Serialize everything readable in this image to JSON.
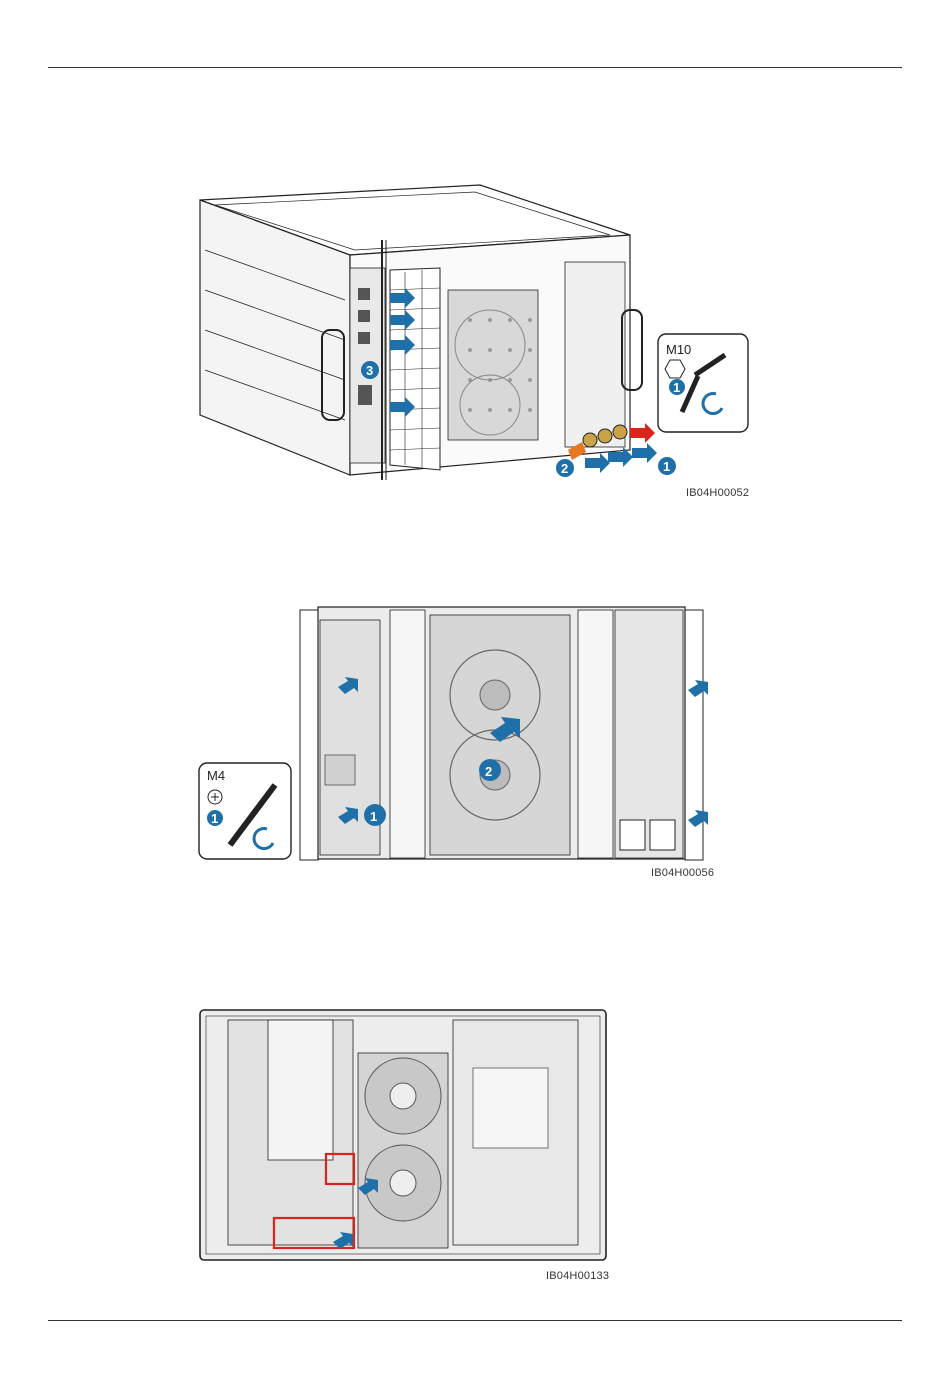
{
  "figures": [
    {
      "id": "IB04H00052",
      "tool": {
        "label": "M10",
        "icon": "hex-socket-wrench-icon"
      },
      "steps": [
        "1",
        "2",
        "3"
      ]
    },
    {
      "id": "IB04H00056",
      "tool": {
        "label": "M4",
        "icon": "phillips-screwdriver-icon"
      },
      "steps": [
        "1",
        "2"
      ]
    },
    {
      "id": "IB04H00133",
      "steps": []
    }
  ],
  "colors": {
    "arrow": "#1f6fa8",
    "highlight": "#d9251c",
    "accent_orange": "#e87722",
    "line": "#222222"
  }
}
